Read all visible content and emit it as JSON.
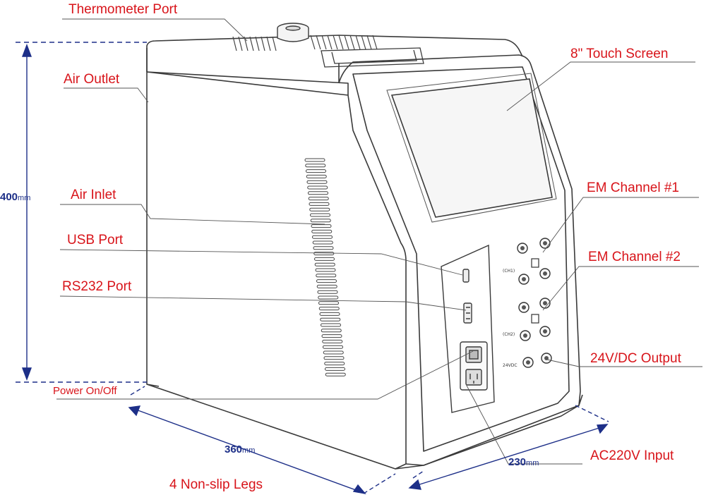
{
  "colors": {
    "label_red": "#d8141a",
    "dimension_blue": "#1d2f88",
    "outline": "#3a3a3a",
    "leader": "#555555",
    "screen_fill": "#f6f6f6"
  },
  "labels": {
    "thermometer_port": "Thermometer Port",
    "air_outlet": "Air Outlet",
    "touch_screen": "8\" Touch Screen",
    "air_inlet": "Air Inlet",
    "usb_port": "USB Port",
    "rs232_port": "RS232 Port",
    "em_channel_1": "EM Channel #1",
    "em_channel_2": "EM Channel #2",
    "dc_output": "24V/DC Output",
    "power_switch": "Power On/Off",
    "non_slip_legs": "4 Non-slip Legs",
    "ac_input": "AC220V Input"
  },
  "dimensions": {
    "height": "400",
    "depth": "360",
    "width": "230",
    "unit": "mm"
  },
  "panel_marks": {
    "ch1": "(CH1)",
    "ch2": "(CH2)",
    "dc": "24VDC"
  }
}
